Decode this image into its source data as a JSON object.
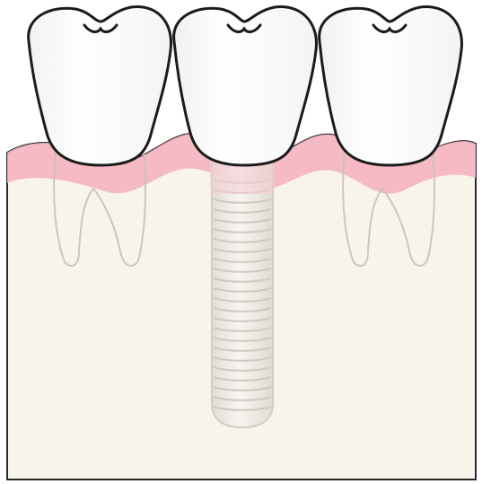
{
  "diagram": {
    "subject": "dental-implant-bridge",
    "teeth": [
      "left-molar",
      "center-implant-crown",
      "right-molar"
    ],
    "colors": {
      "background": "#ffffff",
      "bone": "#f8f4ea",
      "gum": "#f4b4c0",
      "gum_light": "#f7cdd5",
      "tooth_fill": "#ffffff",
      "tooth_outline": "#1b1b1b",
      "root_outline": "#c9c2b4",
      "implant_fill": "#efefec",
      "implant_outline": "#c8c8c2",
      "outline": "#2a2a2a"
    }
  }
}
